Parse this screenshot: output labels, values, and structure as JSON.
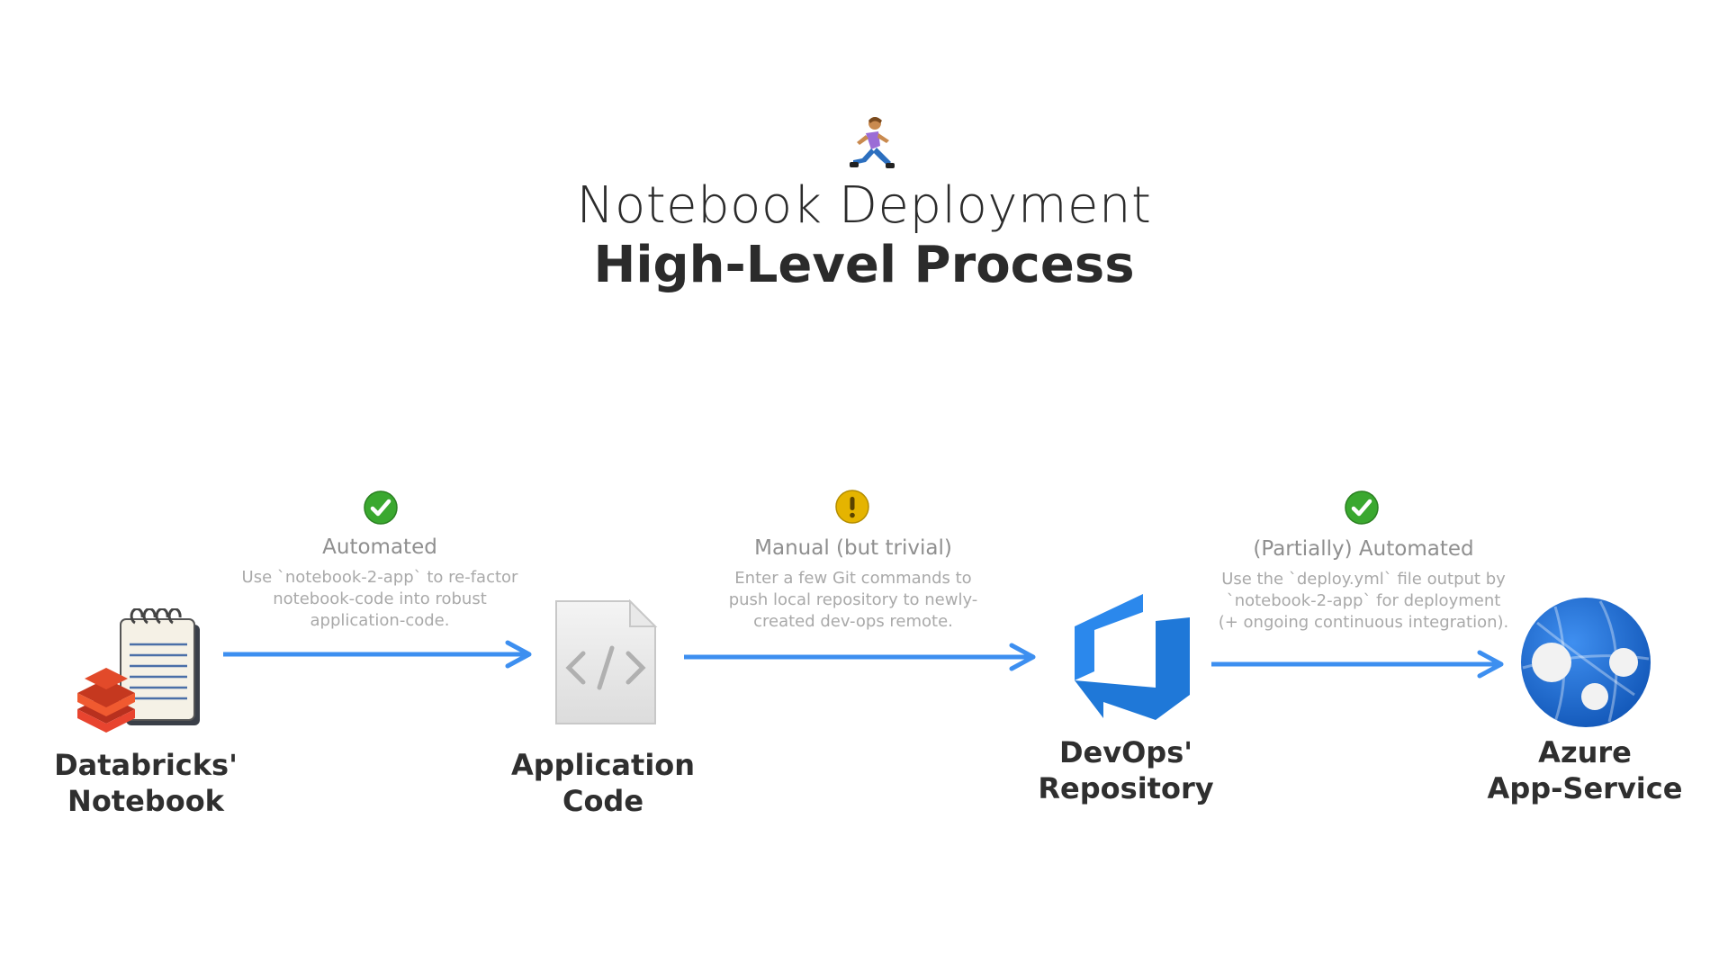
{
  "header": {
    "title_line1": "Notebook Deployment",
    "title_line2": "High-Level Process",
    "icon": "running-person-icon"
  },
  "nodes": {
    "notebook": {
      "line1": "Databricks'",
      "line2": "Notebook",
      "icon": "databricks-notebook-icon"
    },
    "code": {
      "line1": "Application",
      "line2": "Code",
      "icon": "code-file-icon"
    },
    "devops": {
      "line1": "DevOps'",
      "line2": "Repository",
      "icon": "azure-devops-icon"
    },
    "azure": {
      "line1": "Azure",
      "line2": "App-Service",
      "icon": "azure-app-service-icon"
    }
  },
  "steps": [
    {
      "status": "check",
      "title": "Automated",
      "desc": [
        "Use `notebook-2-app` to re-factor",
        "notebook-code into robust",
        "application-code."
      ]
    },
    {
      "status": "warning",
      "title": "Manual (but trivial)",
      "desc": [
        "Enter a few Git commands to",
        "push local repository to newly-",
        "created dev-ops remote."
      ]
    },
    {
      "status": "check",
      "title": "(Partially) Automated",
      "desc": [
        "Use the `deploy.yml` file output by",
        "`notebook-2-app` for deployment",
        "(+ ongoing continuous integration)."
      ]
    }
  ],
  "colors": {
    "arrow": "#3d8ff0",
    "check": "#3aa82f",
    "warning": "#e5b400",
    "databricks": "#e8442f",
    "devops": "#1f78d8",
    "azure": "#1b6fd6",
    "title": "#2b2b2b",
    "muted": "#8f8f8f"
  }
}
